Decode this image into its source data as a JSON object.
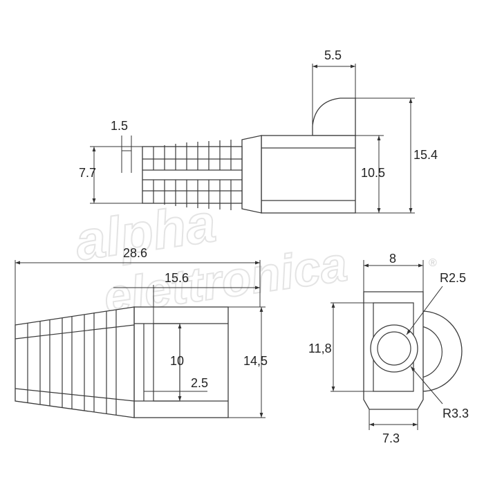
{
  "watermark": {
    "line1": "alpha",
    "line2": "elettronica",
    "registered_mark": "®"
  },
  "side_view": {
    "dim_top_width": "5.5",
    "dim_rib_gap": "1.5",
    "dim_inner_height": "7.7",
    "dim_body_height": "10.5",
    "dim_total_height": "15.4"
  },
  "section_view": {
    "dim_total_length": "28.6",
    "dim_body_length": "15.6",
    "dim_inner_height": "10",
    "dim_wall": "2.5",
    "dim_total_height": "14,5"
  },
  "front_view": {
    "dim_width_top": "8",
    "dim_radius_inner": "R2.5",
    "dim_height": "11,8",
    "dim_radius_outer": "R3.3",
    "dim_width_bottom": "7.3"
  }
}
